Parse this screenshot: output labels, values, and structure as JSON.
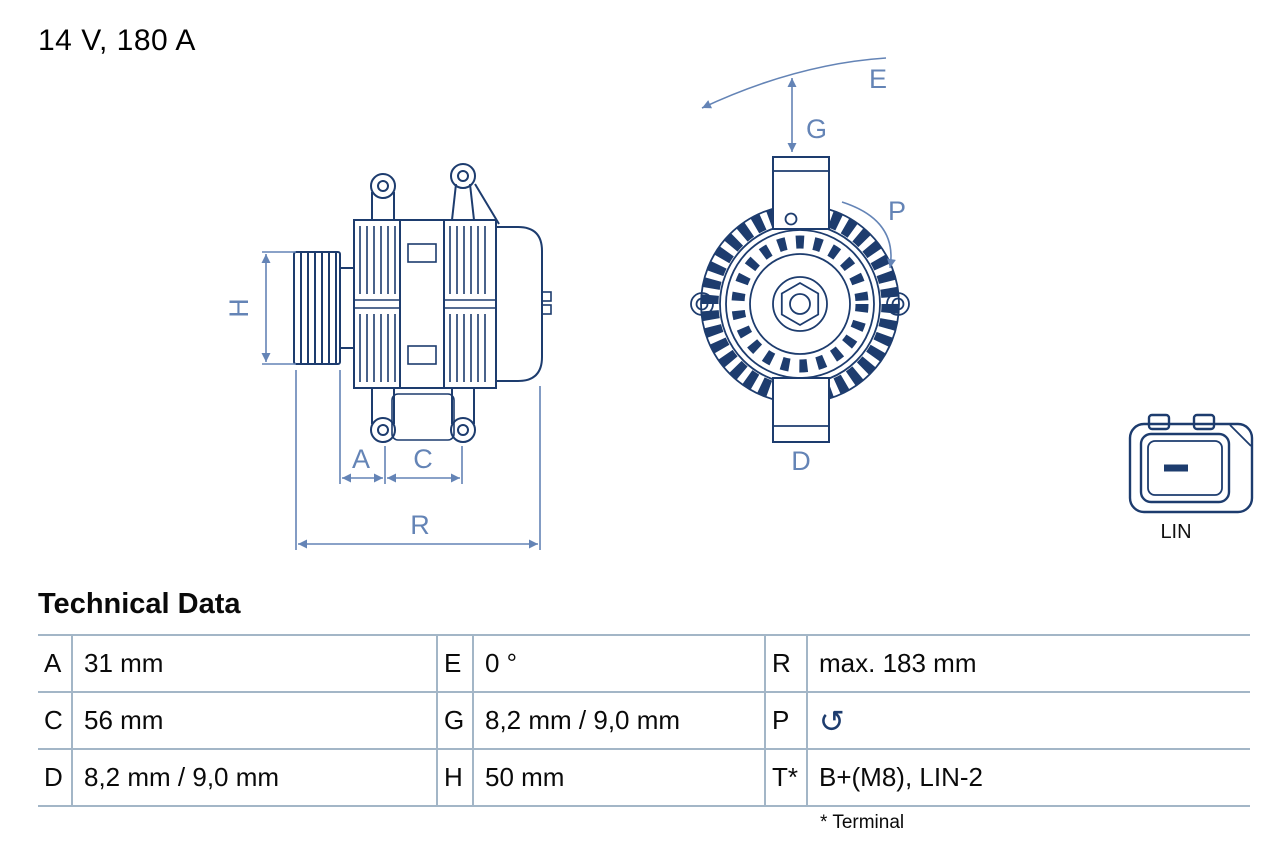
{
  "title": "14 V, 180 A",
  "diagram": {
    "labels": {
      "H": "H",
      "A": "A",
      "C": "C",
      "R": "R",
      "E": "E",
      "G": "G",
      "P": "P",
      "D": "D"
    },
    "connector_label": "LIN",
    "line_color": "#1d3c6e",
    "dimension_color": "#6484b6"
  },
  "technical_data": {
    "heading": "Technical Data",
    "rows": [
      [
        {
          "label": "A",
          "value": "31 mm"
        },
        {
          "label": "E",
          "value": "0 °"
        },
        {
          "label": "R",
          "value": "max. 183 mm"
        }
      ],
      [
        {
          "label": "C",
          "value": "56 mm"
        },
        {
          "label": "G",
          "value": "8,2 mm / 9,0 mm"
        },
        {
          "label": "P",
          "value": "",
          "icon": "rotation-direction-icon",
          "icon_glyph": "↺"
        }
      ],
      [
        {
          "label": "D",
          "value": "8,2 mm / 9,0 mm"
        },
        {
          "label": "H",
          "value": "50 mm"
        },
        {
          "label": "T*",
          "value": "B+(M8), LIN-2"
        }
      ]
    ],
    "footnote": "* Terminal"
  }
}
